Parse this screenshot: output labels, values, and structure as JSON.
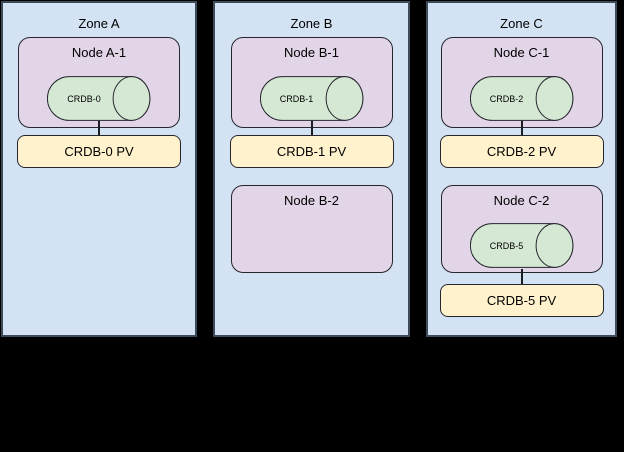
{
  "diagram": {
    "background": "#000000",
    "colors": {
      "zone_fill": "#D4E3F4",
      "zone_border": "#3E4C59",
      "node_fill": "#E1D5E7",
      "database_fill": "#D5E8D4",
      "pv_fill": "#FFF2CC",
      "shape_border": "#26262E",
      "text": "#000000"
    }
  },
  "zones": [
    {
      "label": "Zone A",
      "nodes": [
        {
          "label": "Node A-1",
          "db": "CRDB-0",
          "pv": "CRDB-0 PV"
        }
      ]
    },
    {
      "label": "Zone B",
      "nodes": [
        {
          "label": "Node B-1",
          "db": "CRDB-1",
          "pv": "CRDB-1 PV"
        },
        {
          "label": "Node B-2"
        }
      ]
    },
    {
      "label": "Zone C",
      "nodes": [
        {
          "label": "Node C-1",
          "db": "CRDB-2",
          "pv": "CRDB-2 PV"
        },
        {
          "label": "Node C-2",
          "db": "CRDB-5",
          "pv": "CRDB-5 PV"
        }
      ]
    }
  ]
}
